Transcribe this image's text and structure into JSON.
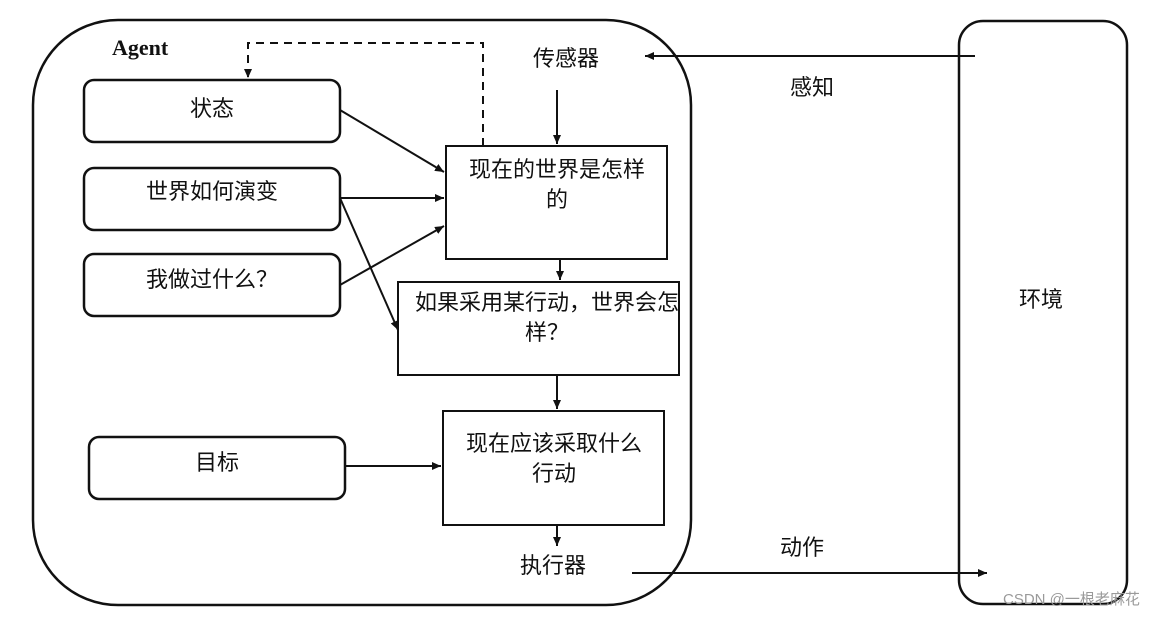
{
  "agent": {
    "title": "Agent"
  },
  "sensor": "传感器",
  "actuator": "执行器",
  "perception": "感知",
  "action": "动作",
  "environment": "环境",
  "inputs": {
    "state": "状态",
    "world_evolution": "世界如何演变",
    "what_i_did": "我做过什么？",
    "goal": "目标"
  },
  "process": {
    "current_world": "现在的世界是怎样的",
    "if_action": "如果采用某行动，世界会怎样？",
    "what_to_do": "现在应该采取什么行动"
  },
  "watermark": "CSDN @一根老麻花",
  "colors": {
    "stroke": "#111111",
    "text": "#111111",
    "watermark": "#9a9a9a"
  }
}
